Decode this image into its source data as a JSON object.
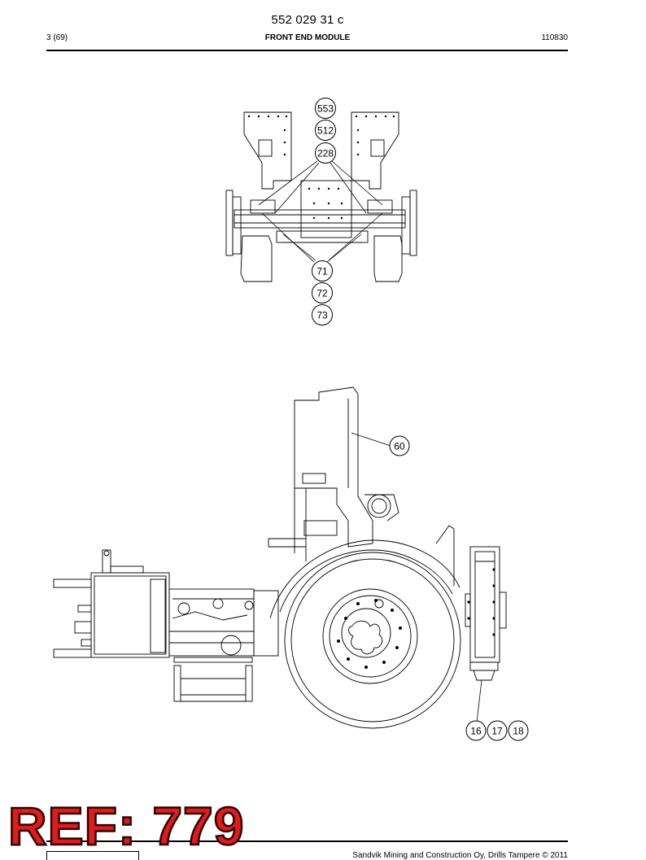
{
  "header": {
    "doc_number": "552 029 31 c",
    "page": "3 (69)",
    "section_title": "FRONT END MODULE",
    "date_code": "110830"
  },
  "callouts": {
    "top_view": [
      "553",
      "512",
      "228",
      "71",
      "72",
      "73"
    ],
    "side_view": [
      "60",
      "16",
      "17",
      "18"
    ]
  },
  "footer": {
    "copyright": "Sandvik Mining and Construction Oy, Drills Tampere © 2011",
    "ref_stamp": "REF: 779"
  }
}
